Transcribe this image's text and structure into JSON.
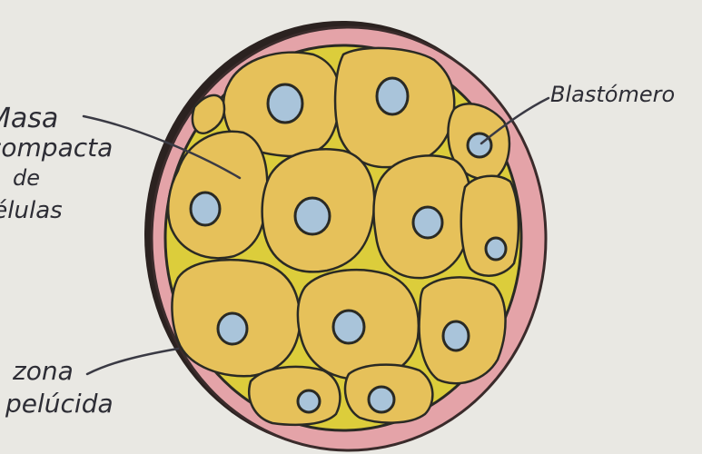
{
  "labels": {
    "masa_line1": "Masa",
    "masa_line2": "compacta",
    "masa_line3": "de",
    "masa_line4": "células",
    "blastomero": "Blastómero",
    "zona_line1": "zona",
    "zona_line2": "pelúcida"
  },
  "colors": {
    "paper": "#e9e8e3",
    "zona": "#e4a3a8",
    "zona_shadow": "#2b2220",
    "cell": "#e6c15a",
    "gap": "#dccd3b",
    "nucleus": "#a9c4da",
    "outline": "#2a2a24"
  }
}
